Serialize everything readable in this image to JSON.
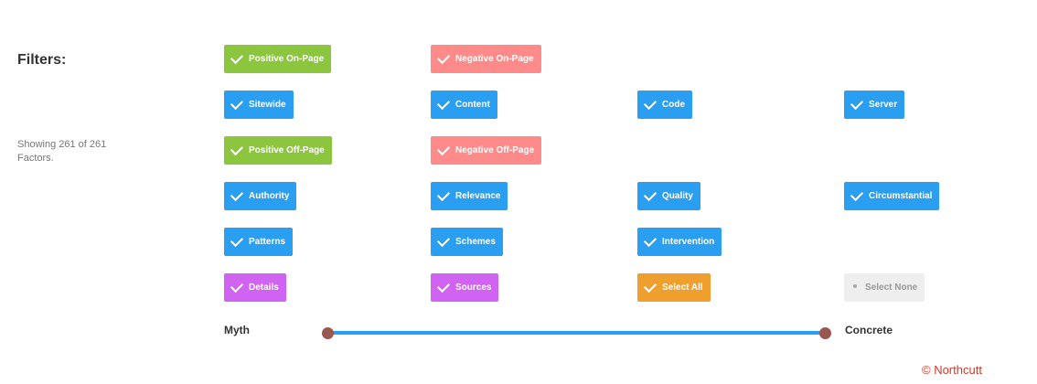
{
  "filters_title": "Filters:",
  "showing_text": "Showing 261 of 261 Factors.",
  "buttons": {
    "positive_on_page": "Positive On-Page",
    "negative_on_page": "Negative On-Page",
    "sitewide": "Sitewide",
    "content": "Content",
    "code": "Code",
    "server": "Server",
    "positive_off_page": "Positive Off-Page",
    "negative_off_page": "Negative Off-Page",
    "authority": "Authority",
    "relevance": "Relevance",
    "quality": "Quality",
    "circumstantial": "Circumstantial",
    "patterns": "Patterns",
    "schemes": "Schemes",
    "intervention": "Intervention",
    "details": "Details",
    "sources": "Sources",
    "select_all": "Select All",
    "select_none": "Select None"
  },
  "slider": {
    "min_label": "Myth",
    "max_label": "Concrete",
    "range_start": 0,
    "range_end": 1
  },
  "colors": {
    "green": "#8cc63e",
    "pink": "#ff8a8a",
    "blue": "#2a9ef0",
    "purple": "#d063f2",
    "orange": "#ef9f2e",
    "grey": "#eeeeee",
    "handle": "#9a5650",
    "copyright": "#d03a2a"
  },
  "copyright": "© Northcutt"
}
